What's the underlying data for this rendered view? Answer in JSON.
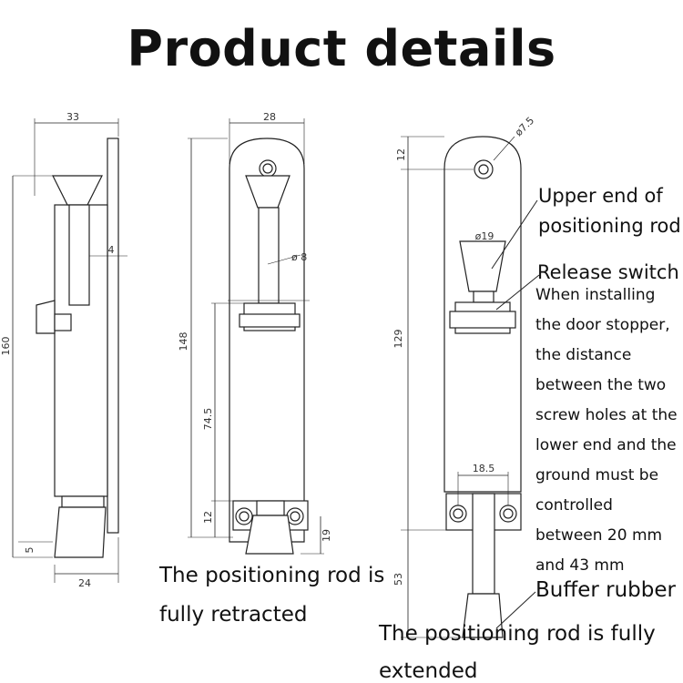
{
  "title": "Product details",
  "dimensions": {
    "view1": {
      "width_top": "33",
      "plate_thickness": "4",
      "height": "160",
      "bottom_offset": "5",
      "base_width": "24"
    },
    "view2": {
      "width_top": "28",
      "rod_diameter": "ø 8",
      "height": "148",
      "mid_height": "74.5",
      "bottom_offset": "12",
      "foot_height": "19"
    },
    "view3": {
      "hole_diameter": "ø7.5",
      "top_offset": "12",
      "switch_diameter": "ø19",
      "height": "129",
      "hole_spacing": "18.5",
      "extension": "53"
    }
  },
  "callouts": {
    "upper_end_line1": "Upper end of",
    "upper_end_line2": "positioning rod",
    "release_switch": "Release switch",
    "install_note": [
      "When installing",
      "the door stopper,",
      "the distance",
      "between the two",
      "screw holes at the",
      "lower end and the",
      "ground must be",
      "controlled",
      "between 20 mm",
      "and 43 mm"
    ],
    "buffer_rubber": "Buffer rubber"
  },
  "captions": {
    "retracted_line1": "The positioning rod is",
    "retracted_line2": "fully retracted",
    "extended_line1": "The positioning rod is fully",
    "extended_line2": "extended"
  }
}
